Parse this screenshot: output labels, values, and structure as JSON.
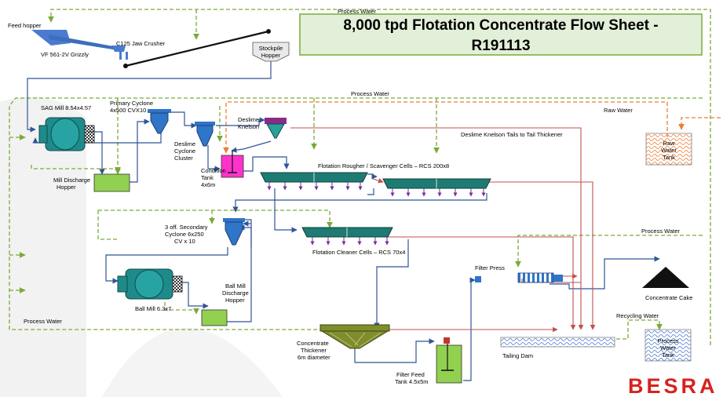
{
  "title": {
    "line1": "8,000 tpd Flotation Concentrate Flow Sheet -",
    "line2": "R191113"
  },
  "labels": {
    "feed_hopper": "Feed hopper",
    "grizzly": "VF 561-2V  Grizzly",
    "jaw_crusher": "C125  Jaw  Crusher",
    "stockpile": [
      "Stockpile",
      "Hopper"
    ],
    "process_water_top": "Process Water",
    "process_water_mid": "Process Water",
    "process_water_right": "Process Water",
    "process_water_left": "Process Water",
    "raw_water": "Raw Water",
    "raw_water_tank": [
      "Raw",
      "Water",
      "Tank"
    ],
    "sag_mill": "SAG  Mill  8.54x4.57",
    "primary_cyclone": [
      "Primary  Cyclone",
      "4x500   CVX10"
    ],
    "deslime_cyclone": [
      "Deslime",
      "Cyclone",
      "Cluster"
    ],
    "deslime_knelson": [
      "Deslime",
      "Knelson"
    ],
    "deslime_tails": "Deslime Knelson  Tails to  Tail Thickener",
    "condition_tank": [
      "Condition",
      "Tank",
      "4x6m"
    ],
    "mill_discharge_hopper": [
      "Mill Discharge",
      "Hopper"
    ],
    "rougher_cells": "Flotation  Rougher  /  Scavenger   Cells  –  RCS  200x8",
    "secondary_cyclone": [
      "3  off.  Secondary",
      "Cyclone   6x250",
      "CV x  10"
    ],
    "cleaner_cells": "Flotation   Cleaner  Cells  –  RCS  70x4",
    "filter_press": "Filter Press",
    "concentrate_cake": "Concentrate  Cake",
    "ball_mill": "Ball  Mill  6.3x7",
    "ball_mill_hopper": [
      "Ball  Mill",
      "Discharge",
      "Hopper"
    ],
    "recycling_water": "Recycling  Water",
    "process_water_tank": [
      "Process",
      "Water",
      "Tank"
    ],
    "thickener": [
      "Concentrate",
      "Thickener",
      "6m  diameter"
    ],
    "filter_feed_tank": [
      "Filter  Feed",
      "Tank  4.5x5m"
    ],
    "tailing_dam": "Tailing  Dam"
  },
  "logo": {
    "text": "BESRA",
    "color": "#d5231f"
  },
  "colors": {
    "slurry_line": "#2f5597",
    "tail_line": "#c0504d",
    "water_line": "#7aaa3a",
    "raw_water_line": "#ed7d31",
    "title_bg": "#e2f0d9",
    "title_border": "#7aaa3a",
    "cell_fill": "#1e7b73",
    "cell_arrows": "#7030a0",
    "mill_fill": "#1f8a8a",
    "hopper_fill": "#92d050",
    "condition_tank_fill": "#ff33cc",
    "thickener_fill": "#7f8d2c"
  }
}
